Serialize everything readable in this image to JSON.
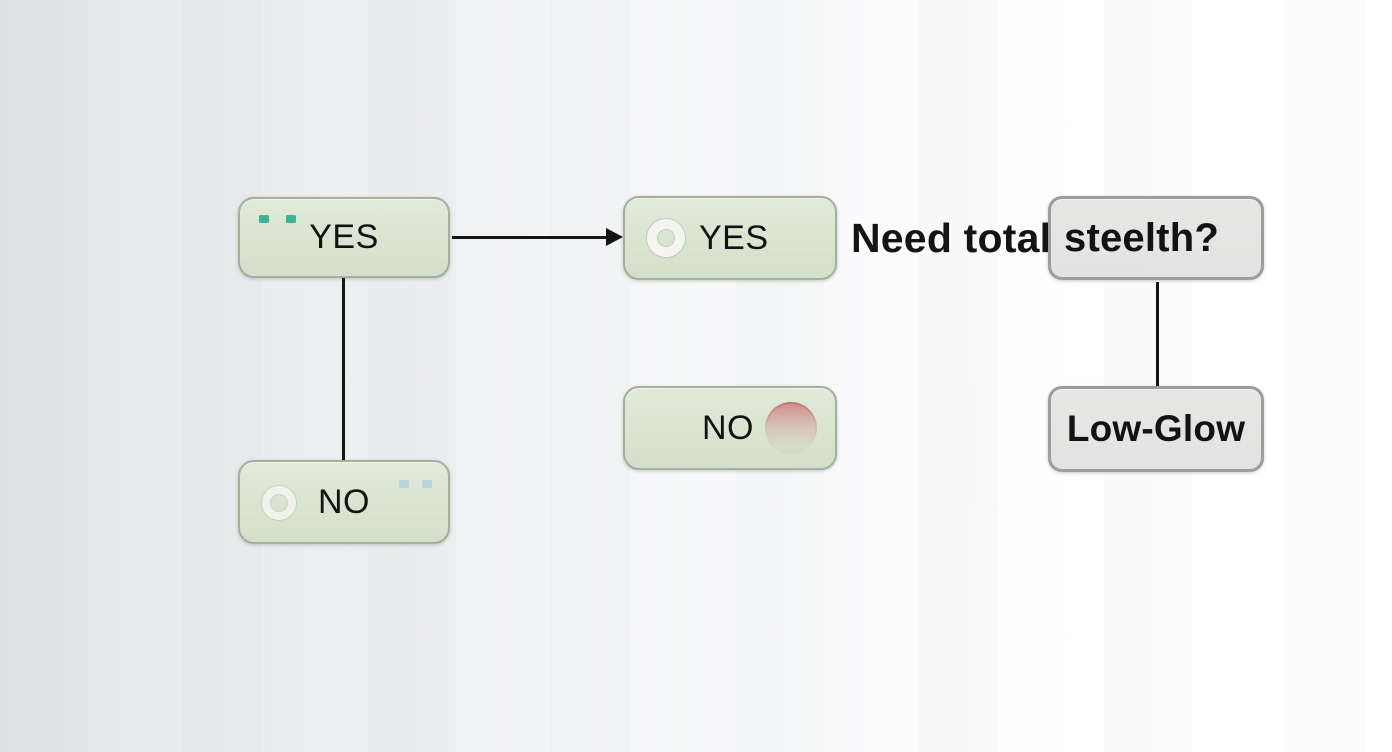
{
  "diagram": {
    "annotation": {
      "question_prefix": "Need total"
    },
    "nodes": {
      "yes_top_left": {
        "label": "YES",
        "type": "green",
        "accents": "two-teal-squares-top-left"
      },
      "yes_mid": {
        "label": "YES",
        "type": "green",
        "accents": "white-ring-left"
      },
      "stealth": {
        "label": "steelth?",
        "type": "gray"
      },
      "no_mid": {
        "label": "NO",
        "type": "green",
        "accents": "red-outline-circle-right"
      },
      "low_glow": {
        "label": "Low-Glow",
        "type": "gray"
      },
      "no_bottom_left": {
        "label": "NO",
        "type": "green",
        "accents": "faint-ring-left, two-blue-squares-top-right"
      }
    },
    "connectors": [
      {
        "from": "yes_top_left",
        "to": "yes_mid",
        "style": "horizontal-arrow"
      },
      {
        "from": "yes_top_left",
        "to": "no_bottom_left",
        "style": "vertical-line"
      },
      {
        "from": "stealth",
        "to": "low_glow",
        "style": "vertical-line"
      }
    ],
    "colors": {
      "node_green_fill": "#d9e5d1",
      "node_green_border": "#a2b09e",
      "node_gray_fill": "#e4e4e3",
      "node_gray_border": "#9d9d9c",
      "accent_teal": "#3fb29a",
      "accent_blue": "#a9cddf",
      "accent_red": "#ca6b6b",
      "connector_color": "#141414",
      "background_left": "#e2e4e7",
      "background_right": "#ffffff"
    }
  }
}
